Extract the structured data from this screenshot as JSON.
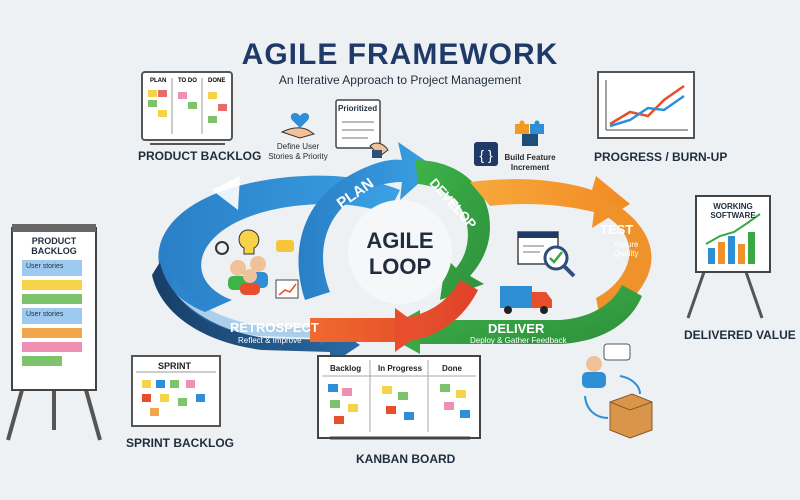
{
  "header": {
    "title": "AGILE FRAMEWORK",
    "subtitle": "An Iterative Approach to Project Management"
  },
  "loop": {
    "center_line1": "AGILE",
    "center_line2": "LOOP",
    "plan": "PLAN",
    "develop": "DEVELOP",
    "test": "TEST",
    "test_sub": "Assure Quality",
    "deliver": "DELIVER",
    "deliver_sub": "Deploy & Gather Feedback",
    "retrospect": "RETROSPECT",
    "retrospect_sub": "Reflect & Improve"
  },
  "callouts": {
    "define_user_stories": "Define User Stories & Priority",
    "prioritized": "Prioritized",
    "build_feature": "Build Feature Increment"
  },
  "labels": {
    "product_backlog": "PRODUCT BACKLOG",
    "progress_burnup": "PROGRESS / BURN-UP",
    "delivered_value": "DELIVERED VALUE",
    "sprint_backlog": "SPRINT BACKLOG",
    "kanban_board": "KANBAN BOARD"
  },
  "boards": {
    "top_backlog_cols": [
      "PLAN",
      "TO DO",
      "DONE"
    ],
    "flipchart_title": "PRODUCT BACKLOG",
    "flipchart_items": [
      "User stories",
      "User stories"
    ],
    "sprint_header": "SPRINT",
    "kanban_cols": [
      "Backlog",
      "In Progress",
      "Done"
    ],
    "working_software": "WORKING SOFTWARE"
  },
  "colors": {
    "plan_blue": "#2f8fd6",
    "develop_green": "#39a845",
    "test_orange": "#f0922b",
    "deliver_red": "#e84d2c",
    "retrospect_navy": "#1f4e79",
    "title_navy": "#1f3a68"
  }
}
